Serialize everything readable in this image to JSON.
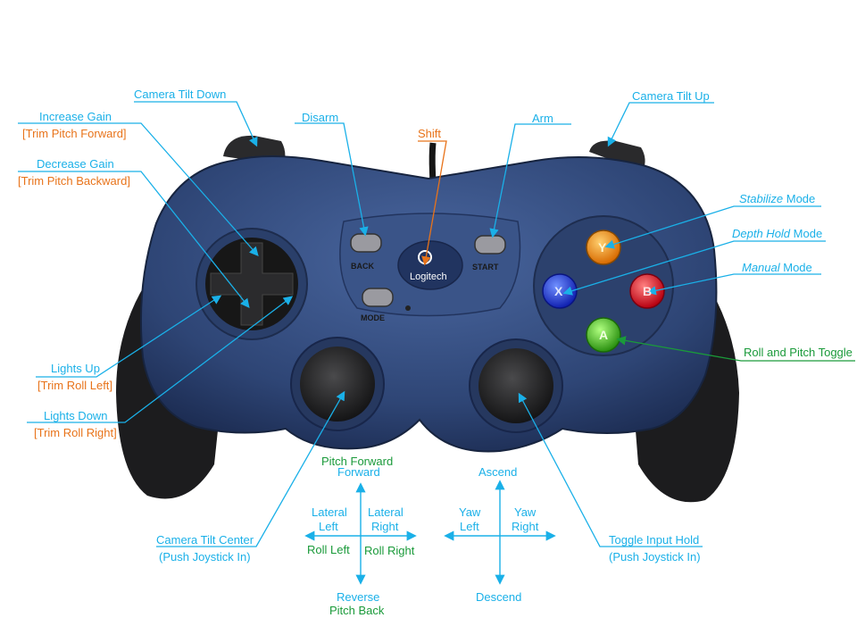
{
  "logo_text": "Logitech",
  "button_labels": {
    "back": "BACK",
    "start": "START",
    "mode": "MODE"
  },
  "face_buttons": {
    "y": "Y",
    "x": "X",
    "b": "B",
    "a": "A"
  },
  "labels": {
    "camera_tilt_down": "Camera Tilt Down",
    "camera_tilt_up": "Camera Tilt Up",
    "increase_gain": "Increase Gain",
    "trim_pitch_forward": "[Trim Pitch Forward]",
    "decrease_gain": "Decrease Gain",
    "trim_pitch_backward": "[Trim Pitch Backward]",
    "disarm": "Disarm",
    "shift": "Shift",
    "arm": "Arm",
    "stabilize_mode_em": "Stabilize",
    "stabilize_mode_rest": " Mode",
    "depth_hold_mode_em": "Depth Hold",
    "depth_hold_mode_rest": " Mode",
    "manual_mode_em": "Manual",
    "manual_mode_rest": " Mode",
    "roll_pitch_toggle": "Roll and Pitch Toggle",
    "lights_up": "Lights Up",
    "trim_roll_left": "[Trim Roll Left]",
    "lights_down": "Lights Down",
    "trim_roll_right": "[Trim Roll Right]",
    "camera_tilt_center": "Camera Tilt Center",
    "push_joystick_in_left": "(Push Joystick In)",
    "toggle_input_hold": "Toggle Input Hold",
    "push_joystick_in_right": "(Push Joystick In)"
  },
  "left_stick": {
    "forward": "Forward",
    "pitch_forward": "Pitch Forward",
    "lateral_left_1": "Lateral",
    "lateral_left_2": "Left",
    "lateral_right_1": "Lateral",
    "lateral_right_2": "Right",
    "roll_left": "Roll Left",
    "roll_right": "Roll Right",
    "reverse": "Reverse",
    "pitch_back": "Pitch Back"
  },
  "right_stick": {
    "ascend": "Ascend",
    "yaw_left_1": "Yaw",
    "yaw_left_2": "Left",
    "yaw_right_1": "Yaw",
    "yaw_right_2": "Right",
    "descend": "Descend"
  },
  "colors": {
    "cyan": "#1ab0e8",
    "orange": "#e8731a",
    "green": "#1a9a3a",
    "body": "#324a78",
    "grip": "#1c1c1e"
  }
}
